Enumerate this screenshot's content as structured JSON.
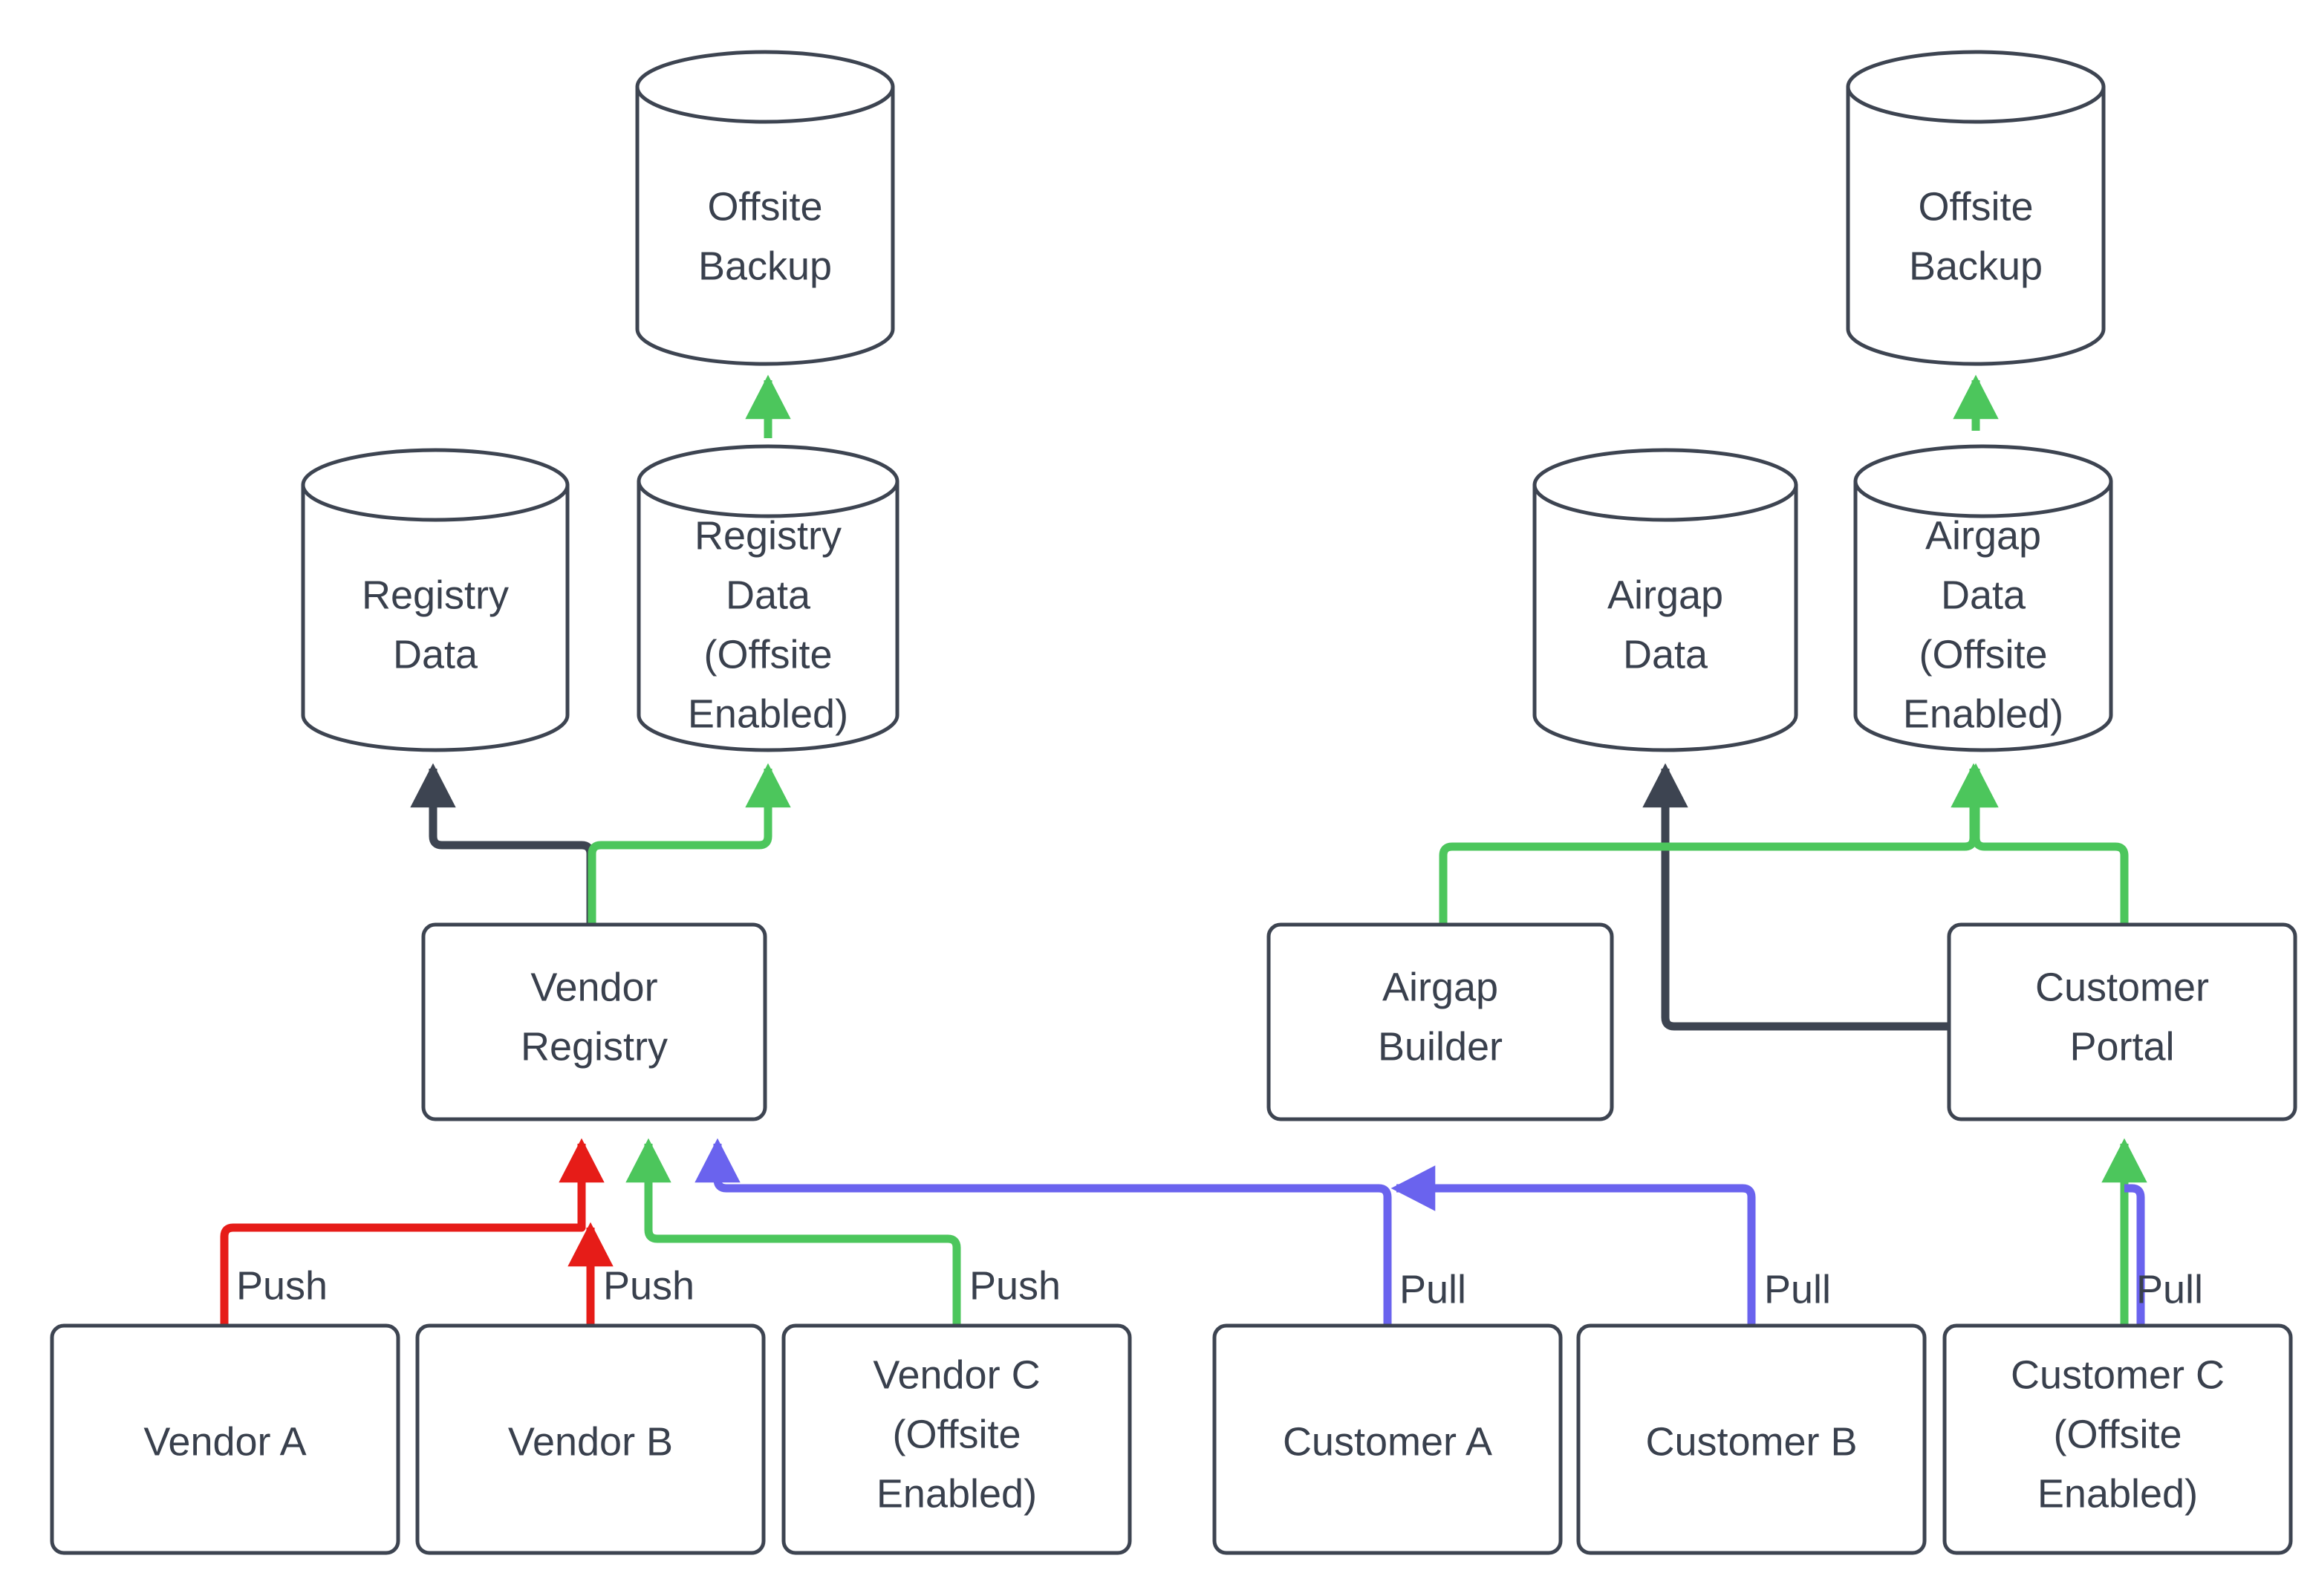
{
  "diagram": {
    "type": "flowchart",
    "background": "#ffffff",
    "colors": {
      "node_stroke": "#3d4451",
      "node_fill": "#ffffff",
      "text": "#39404d",
      "edge_dark": "#3d4451",
      "edge_green": "#4cc65c",
      "edge_red": "#e61c18",
      "edge_blue": "#6a63ee"
    },
    "nodes": [
      {
        "id": "offsite-backup-left",
        "shape": "cylinder",
        "label": "Offsite\nBackup",
        "lines": [
          "Offsite",
          "Backup"
        ]
      },
      {
        "id": "registry-data",
        "shape": "cylinder",
        "label": "Registry\nData",
        "lines": [
          "Registry",
          "Data"
        ]
      },
      {
        "id": "registry-data-offsite",
        "shape": "cylinder",
        "label": "Registry\nData\n(Offsite\nEnabled)",
        "lines": [
          "Registry",
          "Data",
          "(Offsite",
          "Enabled)"
        ]
      },
      {
        "id": "vendor-registry",
        "shape": "box",
        "label": "Vendor\nRegistry",
        "lines": [
          "Vendor",
          "Registry"
        ]
      },
      {
        "id": "vendor-a",
        "shape": "box",
        "label": "Vendor A",
        "lines": [
          "Vendor A"
        ]
      },
      {
        "id": "vendor-b",
        "shape": "box",
        "label": "Vendor B",
        "lines": [
          "Vendor B"
        ]
      },
      {
        "id": "vendor-c",
        "shape": "box",
        "label": "Vendor C\n(Offsite\nEnabled)",
        "lines": [
          "Vendor C",
          "(Offsite",
          "Enabled)"
        ]
      },
      {
        "id": "offsite-backup-right",
        "shape": "cylinder",
        "label": "Offsite\nBackup",
        "lines": [
          "Offsite",
          "Backup"
        ]
      },
      {
        "id": "airgap-data",
        "shape": "cylinder",
        "label": "Airgap\nData",
        "lines": [
          "Airgap",
          "Data"
        ]
      },
      {
        "id": "airgap-data-offsite",
        "shape": "cylinder",
        "label": "Airgap\nData\n(Offsite\nEnabled)",
        "lines": [
          "Airgap",
          "Data",
          "(Offsite",
          "Enabled)"
        ]
      },
      {
        "id": "airgap-builder",
        "shape": "box",
        "label": "Airgap\nBuilder",
        "lines": [
          "Airgap",
          "Builder"
        ]
      },
      {
        "id": "customer-portal",
        "shape": "box",
        "label": "Customer\nPortal",
        "lines": [
          "Customer",
          "Portal"
        ]
      },
      {
        "id": "customer-a",
        "shape": "box",
        "label": "Customer A",
        "lines": [
          "Customer A"
        ]
      },
      {
        "id": "customer-b",
        "shape": "box",
        "label": "Customer B",
        "lines": [
          "Customer B"
        ]
      },
      {
        "id": "customer-c",
        "shape": "box",
        "label": "Customer C\n(Offsite\nEnabled)",
        "lines": [
          "Customer C",
          "(Offsite",
          "Enabled)"
        ]
      }
    ],
    "edges": [
      {
        "id": "e-vendorA-registry",
        "from": "vendor-a",
        "to": "vendor-registry",
        "label": "Push",
        "color": "#e61c18"
      },
      {
        "id": "e-vendorB-registry",
        "from": "vendor-b",
        "to": "vendor-registry",
        "label": "Push",
        "color": "#e61c18"
      },
      {
        "id": "e-vendorC-registry",
        "from": "vendor-c",
        "to": "vendor-registry",
        "label": "Push",
        "color": "#4cc65c"
      },
      {
        "id": "e-registry-data",
        "from": "vendor-registry",
        "to": "registry-data",
        "label": "",
        "color": "#3d4451"
      },
      {
        "id": "e-registry-data-offsite",
        "from": "vendor-registry",
        "to": "registry-data-offsite",
        "label": "",
        "color": "#4cc65c"
      },
      {
        "id": "e-regoffsite-backup",
        "from": "registry-data-offsite",
        "to": "offsite-backup-left",
        "label": "",
        "color": "#4cc65c"
      },
      {
        "id": "e-customerA-portal",
        "from": "customer-a",
        "to": "vendor-registry",
        "label": "Pull",
        "color": "#6a63ee"
      },
      {
        "id": "e-customerB-portal",
        "from": "customer-b",
        "to": "vendor-registry",
        "label": "Pull",
        "color": "#6a63ee"
      },
      {
        "id": "e-customerC-portal",
        "from": "customer-c",
        "to": "customer-portal",
        "label": "Pull",
        "color": "#4cc65c"
      },
      {
        "id": "e-portal-airgapdata",
        "from": "customer-portal",
        "to": "airgap-data",
        "label": "",
        "color": "#3d4451"
      },
      {
        "id": "e-builder-airgapoffsite",
        "from": "airgap-builder",
        "to": "airgap-data-offsite",
        "label": "",
        "color": "#4cc65c"
      },
      {
        "id": "e-portal-airgapoffsite",
        "from": "customer-portal",
        "to": "airgap-data-offsite",
        "label": "",
        "color": "#4cc65c"
      },
      {
        "id": "e-airgapoffsite-backup",
        "from": "airgap-data-offsite",
        "to": "offsite-backup-right",
        "label": "",
        "color": "#4cc65c"
      }
    ],
    "labels": {
      "push_1": "Push",
      "push_2": "Push",
      "push_3": "Push",
      "pull_1": "Pull",
      "pull_2": "Pull",
      "pull_3": "Pull"
    },
    "text": {
      "offsite_backup_l1": "Offsite",
      "offsite_backup_l2": "Backup",
      "registry_data_l1": "Registry",
      "registry_data_l2": "Data",
      "registry_offsite_l1": "Registry",
      "registry_offsite_l2": "Data",
      "registry_offsite_l3": "(Offsite",
      "registry_offsite_l4": "Enabled)",
      "vendor_registry_l1": "Vendor",
      "vendor_registry_l2": "Registry",
      "vendor_a": "Vendor A",
      "vendor_b": "Vendor B",
      "vendor_c_l1": "Vendor C",
      "vendor_c_l2": "(Offsite",
      "vendor_c_l3": "Enabled)",
      "airgap_data_l1": "Airgap",
      "airgap_data_l2": "Data",
      "airgap_offsite_l1": "Airgap",
      "airgap_offsite_l2": "Data",
      "airgap_offsite_l3": "(Offsite",
      "airgap_offsite_l4": "Enabled)",
      "airgap_builder_l1": "Airgap",
      "airgap_builder_l2": "Builder",
      "customer_portal_l1": "Customer",
      "customer_portal_l2": "Portal",
      "customer_a": "Customer A",
      "customer_b": "Customer B",
      "customer_c_l1": "Customer C",
      "customer_c_l2": "(Offsite",
      "customer_c_l3": "Enabled)"
    }
  }
}
